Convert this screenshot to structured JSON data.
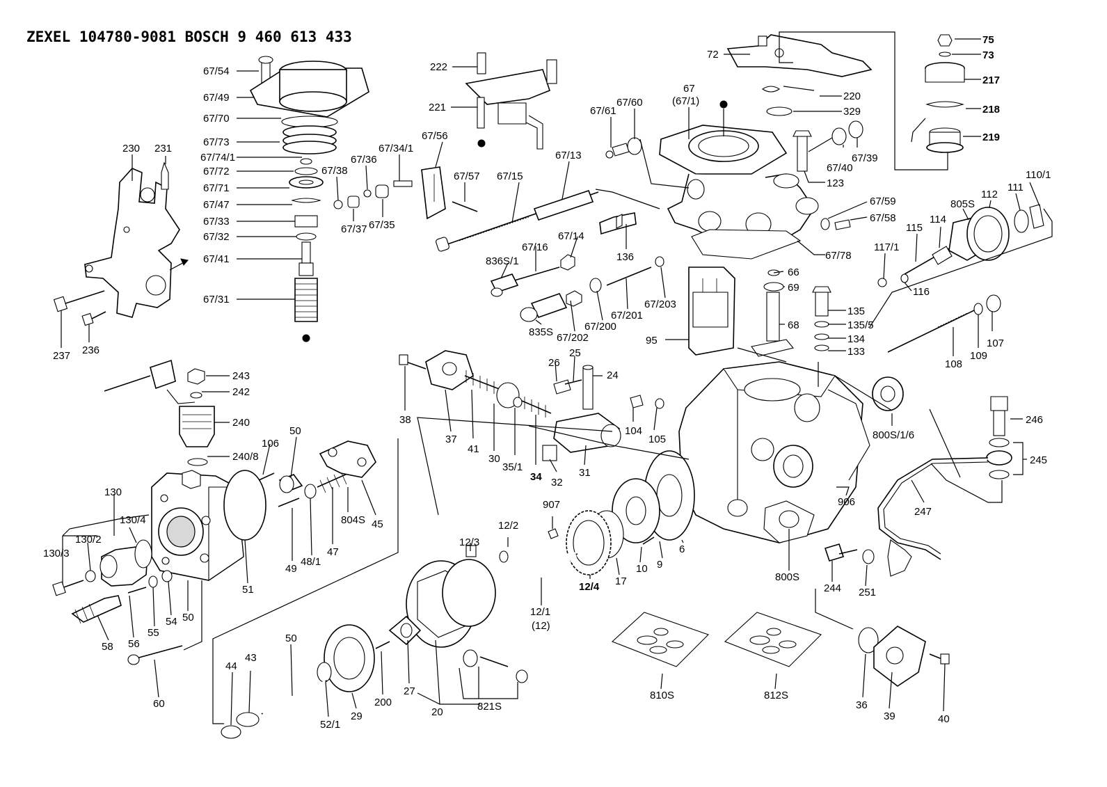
{
  "title": "ZEXEL   104780-9081   BOSCH   9 460 613 433",
  "labels": {
    "p67_54": "67/54",
    "p67_49": "67/49",
    "p67_70": "67/70",
    "p67_73": "67/73",
    "p67_74_1": "67/74/1",
    "p67_72": "67/72",
    "p67_71": "67/71",
    "p67_47": "67/47",
    "p67_33": "67/33",
    "p67_32": "67/32",
    "p67_41": "67/41",
    "p67_31": "67/31",
    "p230": "230",
    "p231": "231",
    "p237": "237",
    "p236": "236",
    "p67_38": "67/38",
    "p67_36": "67/36",
    "p67_34_1": "67/34/1",
    "p67_37": "67/37",
    "p67_35": "67/35",
    "p67_56": "67/56",
    "p67_57": "67/57",
    "p222": "222",
    "p221": "221",
    "p67_15": "67/15",
    "p67_13": "67/13",
    "p67_61": "67/61",
    "p67_60": "67/60",
    "p67": "67",
    "p67_1": "(67/1)",
    "p72": "72",
    "p220": "220",
    "p329": "329",
    "p75": "75",
    "p73": "73",
    "p217": "217",
    "p218": "218",
    "p219": "219",
    "p67_40": "67/40",
    "p67_39": "67/39",
    "p123": "123",
    "p67_59": "67/59",
    "p67_58": "67/58",
    "p136": "136",
    "p67_78": "67/78",
    "p67_14": "67/14",
    "p67_16": "67/16",
    "p836s_1": "836S/1",
    "p835s": "835S",
    "p67_202": "67/202",
    "p67_200": "67/200",
    "p67_201": "67/201",
    "p67_203": "67/203",
    "p66": "66",
    "p69": "69",
    "p68": "68",
    "p95": "95",
    "p135": "135",
    "p135_5": "135/5",
    "p134": "134",
    "p133": "133",
    "p110_1": "110/1",
    "p111": "111",
    "p112": "112",
    "p805s": "805S",
    "p114": "114",
    "p115": "115",
    "p117_1": "117/1",
    "p116": "116",
    "p108": "108",
    "p109": "109",
    "p107": "107",
    "p243": "243",
    "p242": "242",
    "p240": "240",
    "p240_8": "240/8",
    "p38": "38",
    "p37": "37",
    "p41": "41",
    "p30": "30",
    "p35_1": "35/1",
    "p34": "34",
    "p26": "26",
    "p25": "25",
    "p24": "24",
    "p32": "32",
    "p31": "31",
    "p104": "104",
    "p105": "105",
    "p800s_1_6": "800S/1/6",
    "p246": "246",
    "p245": "245",
    "p906": "906",
    "p247": "247",
    "p106": "106",
    "p50a": "50",
    "p130": "130",
    "p130_4": "130/4",
    "p130_2": "130/2",
    "p130_3": "130/3",
    "p49": "49",
    "p48_1": "48/1",
    "p47": "47",
    "p804s": "804S",
    "p45": "45",
    "p51": "51",
    "p907": "907",
    "p12_2": "12/2",
    "p12_3": "12/3",
    "p12_1": "12/1",
    "p12": "(12)",
    "p12_4": "12/4",
    "p17": "17",
    "p10": "10",
    "p9": "9",
    "p6": "6",
    "p800s": "800S",
    "p244": "244",
    "p251": "251",
    "p58": "58",
    "p56": "56",
    "p55": "55",
    "p54": "54",
    "p50b": "50",
    "p60": "60",
    "p44": "44",
    "p43": "43",
    "p50c": "50",
    "p52_1": "52/1",
    "p29": "29",
    "p200": "200",
    "p27": "27",
    "p20": "20",
    "p821s": "821S",
    "p810s": "810S",
    "p812s": "812S",
    "p36": "36",
    "p39": "39",
    "p40": "40"
  },
  "colors": {
    "ink": "#000000",
    "paper": "#ffffff"
  }
}
